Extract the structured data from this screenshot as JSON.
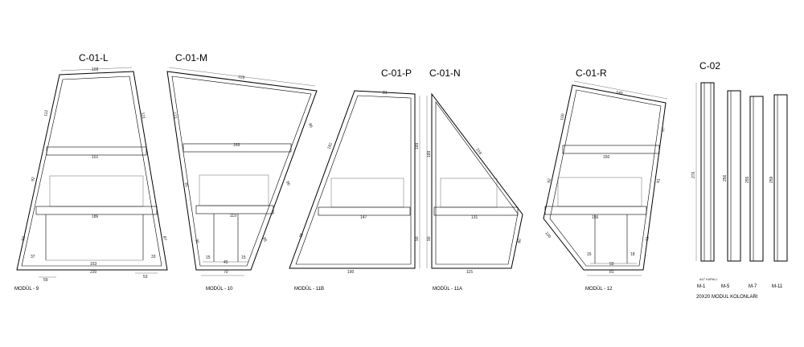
{
  "modules": [
    {
      "title": "C-01-L",
      "caption": "MODÜL - 9",
      "dims": [
        "109",
        "121",
        "112",
        "151",
        "92",
        "186",
        "82",
        "87",
        "37",
        "33",
        "153",
        "220",
        "59",
        "53"
      ]
    },
    {
      "title": "C-01-M",
      "caption": "MODÜL - 10",
      "dims": [
        "229",
        "121",
        "86",
        "169",
        "86",
        "81",
        "119",
        "36",
        "85",
        "15",
        "45",
        "15",
        "70"
      ]
    },
    {
      "title": "C-01-P",
      "caption": "MODÜL - 11B",
      "dims": [
        "81",
        "182",
        "189",
        "147",
        "95",
        "90",
        "190"
      ]
    },
    {
      "title": "C-01-N",
      "caption": "MODÜL - 11A",
      "dims": [
        "216",
        "189",
        "131",
        "90",
        "80",
        "115"
      ]
    },
    {
      "title": "C-01-R",
      "caption": "MODÜL - 12",
      "dims": [
        "140",
        "100",
        "87",
        "150",
        "92",
        "91",
        "81",
        "156",
        "100",
        "15",
        "50",
        "18",
        "81"
      ]
    }
  ],
  "columns": {
    "title": "C-02",
    "items": [
      {
        "label": "M-1",
        "dim": "276",
        "note": "ALT KAPALI"
      },
      {
        "label": "M-5",
        "dim": "256"
      },
      {
        "label": "M-7",
        "dim": "255"
      },
      {
        "label": "M-11",
        "dim": "259"
      }
    ],
    "caption": "20X20 MODUL KOLONLARI"
  }
}
